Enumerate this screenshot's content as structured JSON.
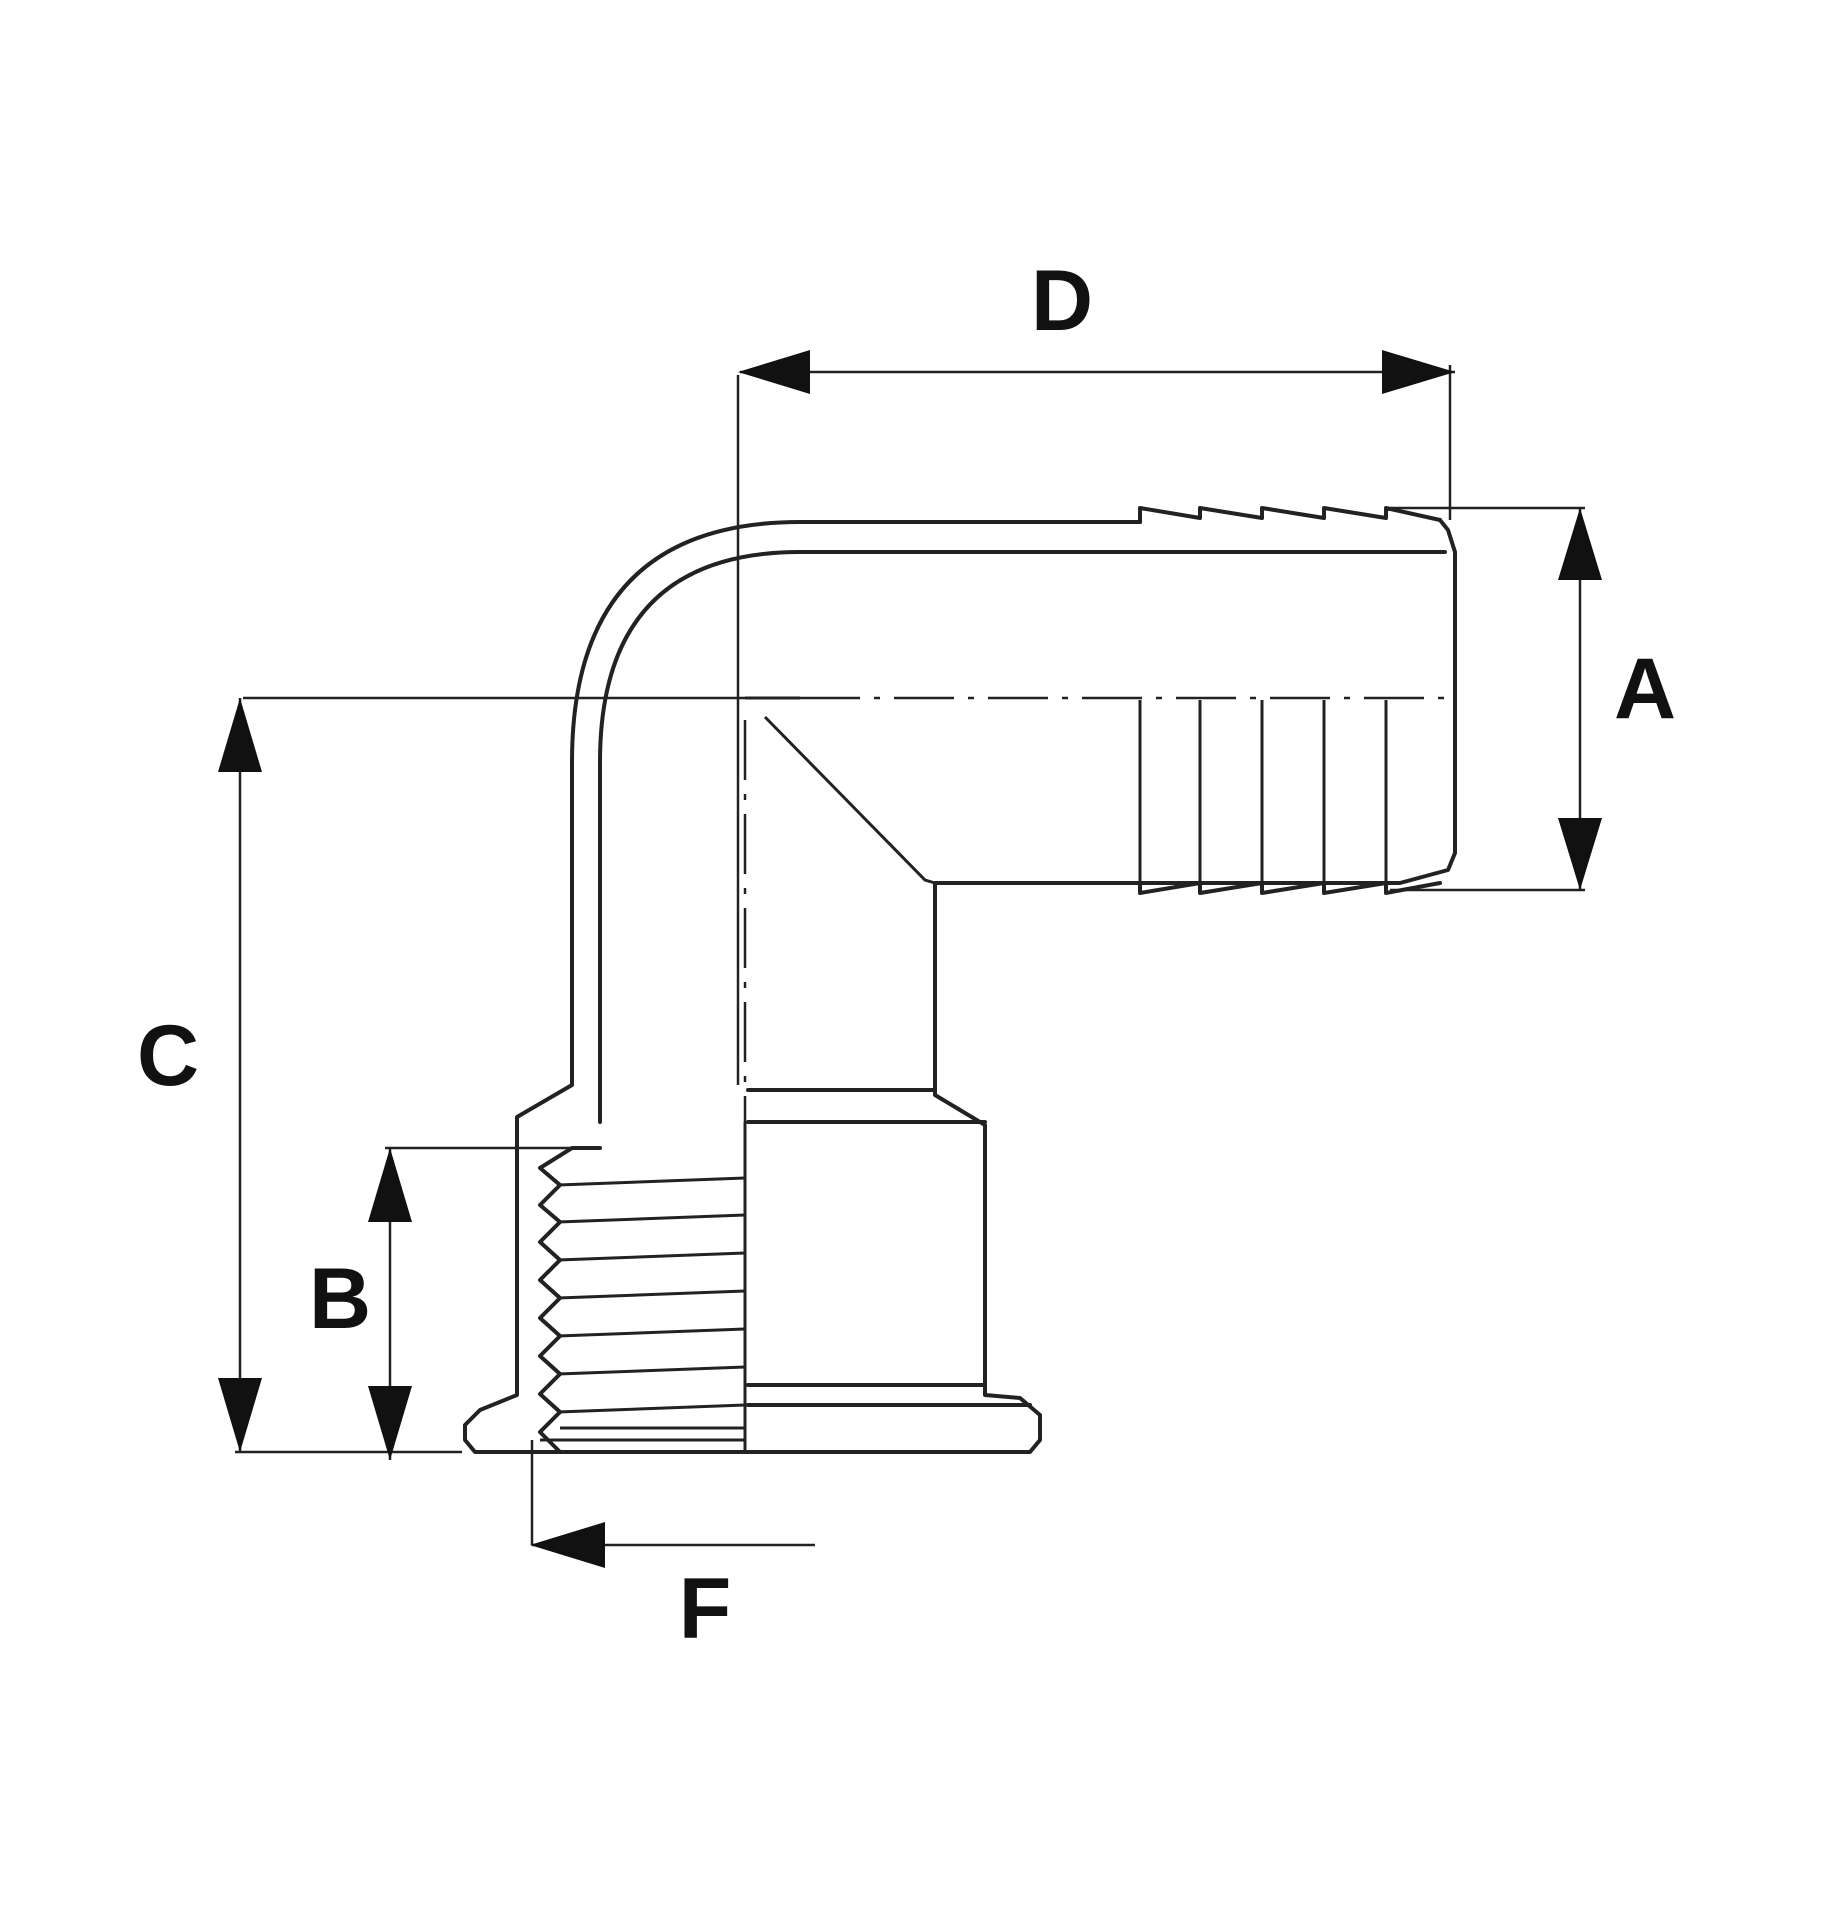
{
  "diagram": {
    "labels": {
      "A": "A",
      "B": "B",
      "C": "C",
      "D": "D",
      "F": "F"
    },
    "colors": {
      "line": "#222222",
      "background": "#ffffff"
    }
  }
}
